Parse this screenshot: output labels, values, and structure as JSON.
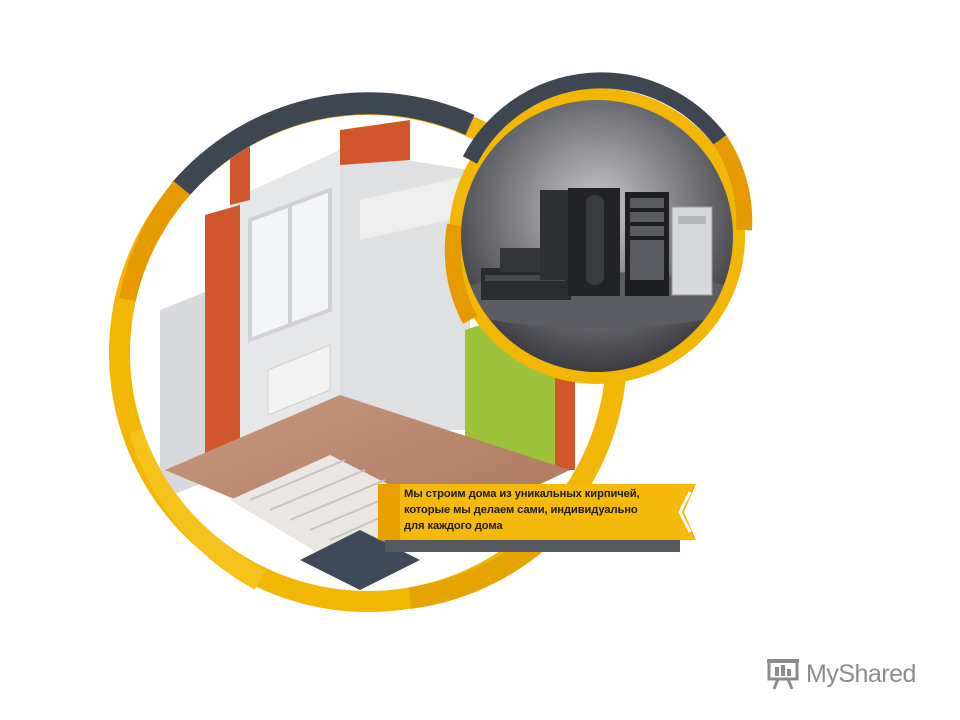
{
  "banner": {
    "lines": [
      "Мы строим дома из уникальных кирпичей,",
      "которые мы делаем сами, индивидуально",
      "для каждого дома"
    ]
  },
  "logo": {
    "text": "MyShared",
    "icon": "presentation-board-icon"
  },
  "colors": {
    "ring_yellow": "#f2b705",
    "ring_orange": "#e69a00",
    "ring_dark": "#3d4651",
    "brick": "#d2562b",
    "floor": "#b9876c",
    "green_wall": "#9dc23b"
  }
}
